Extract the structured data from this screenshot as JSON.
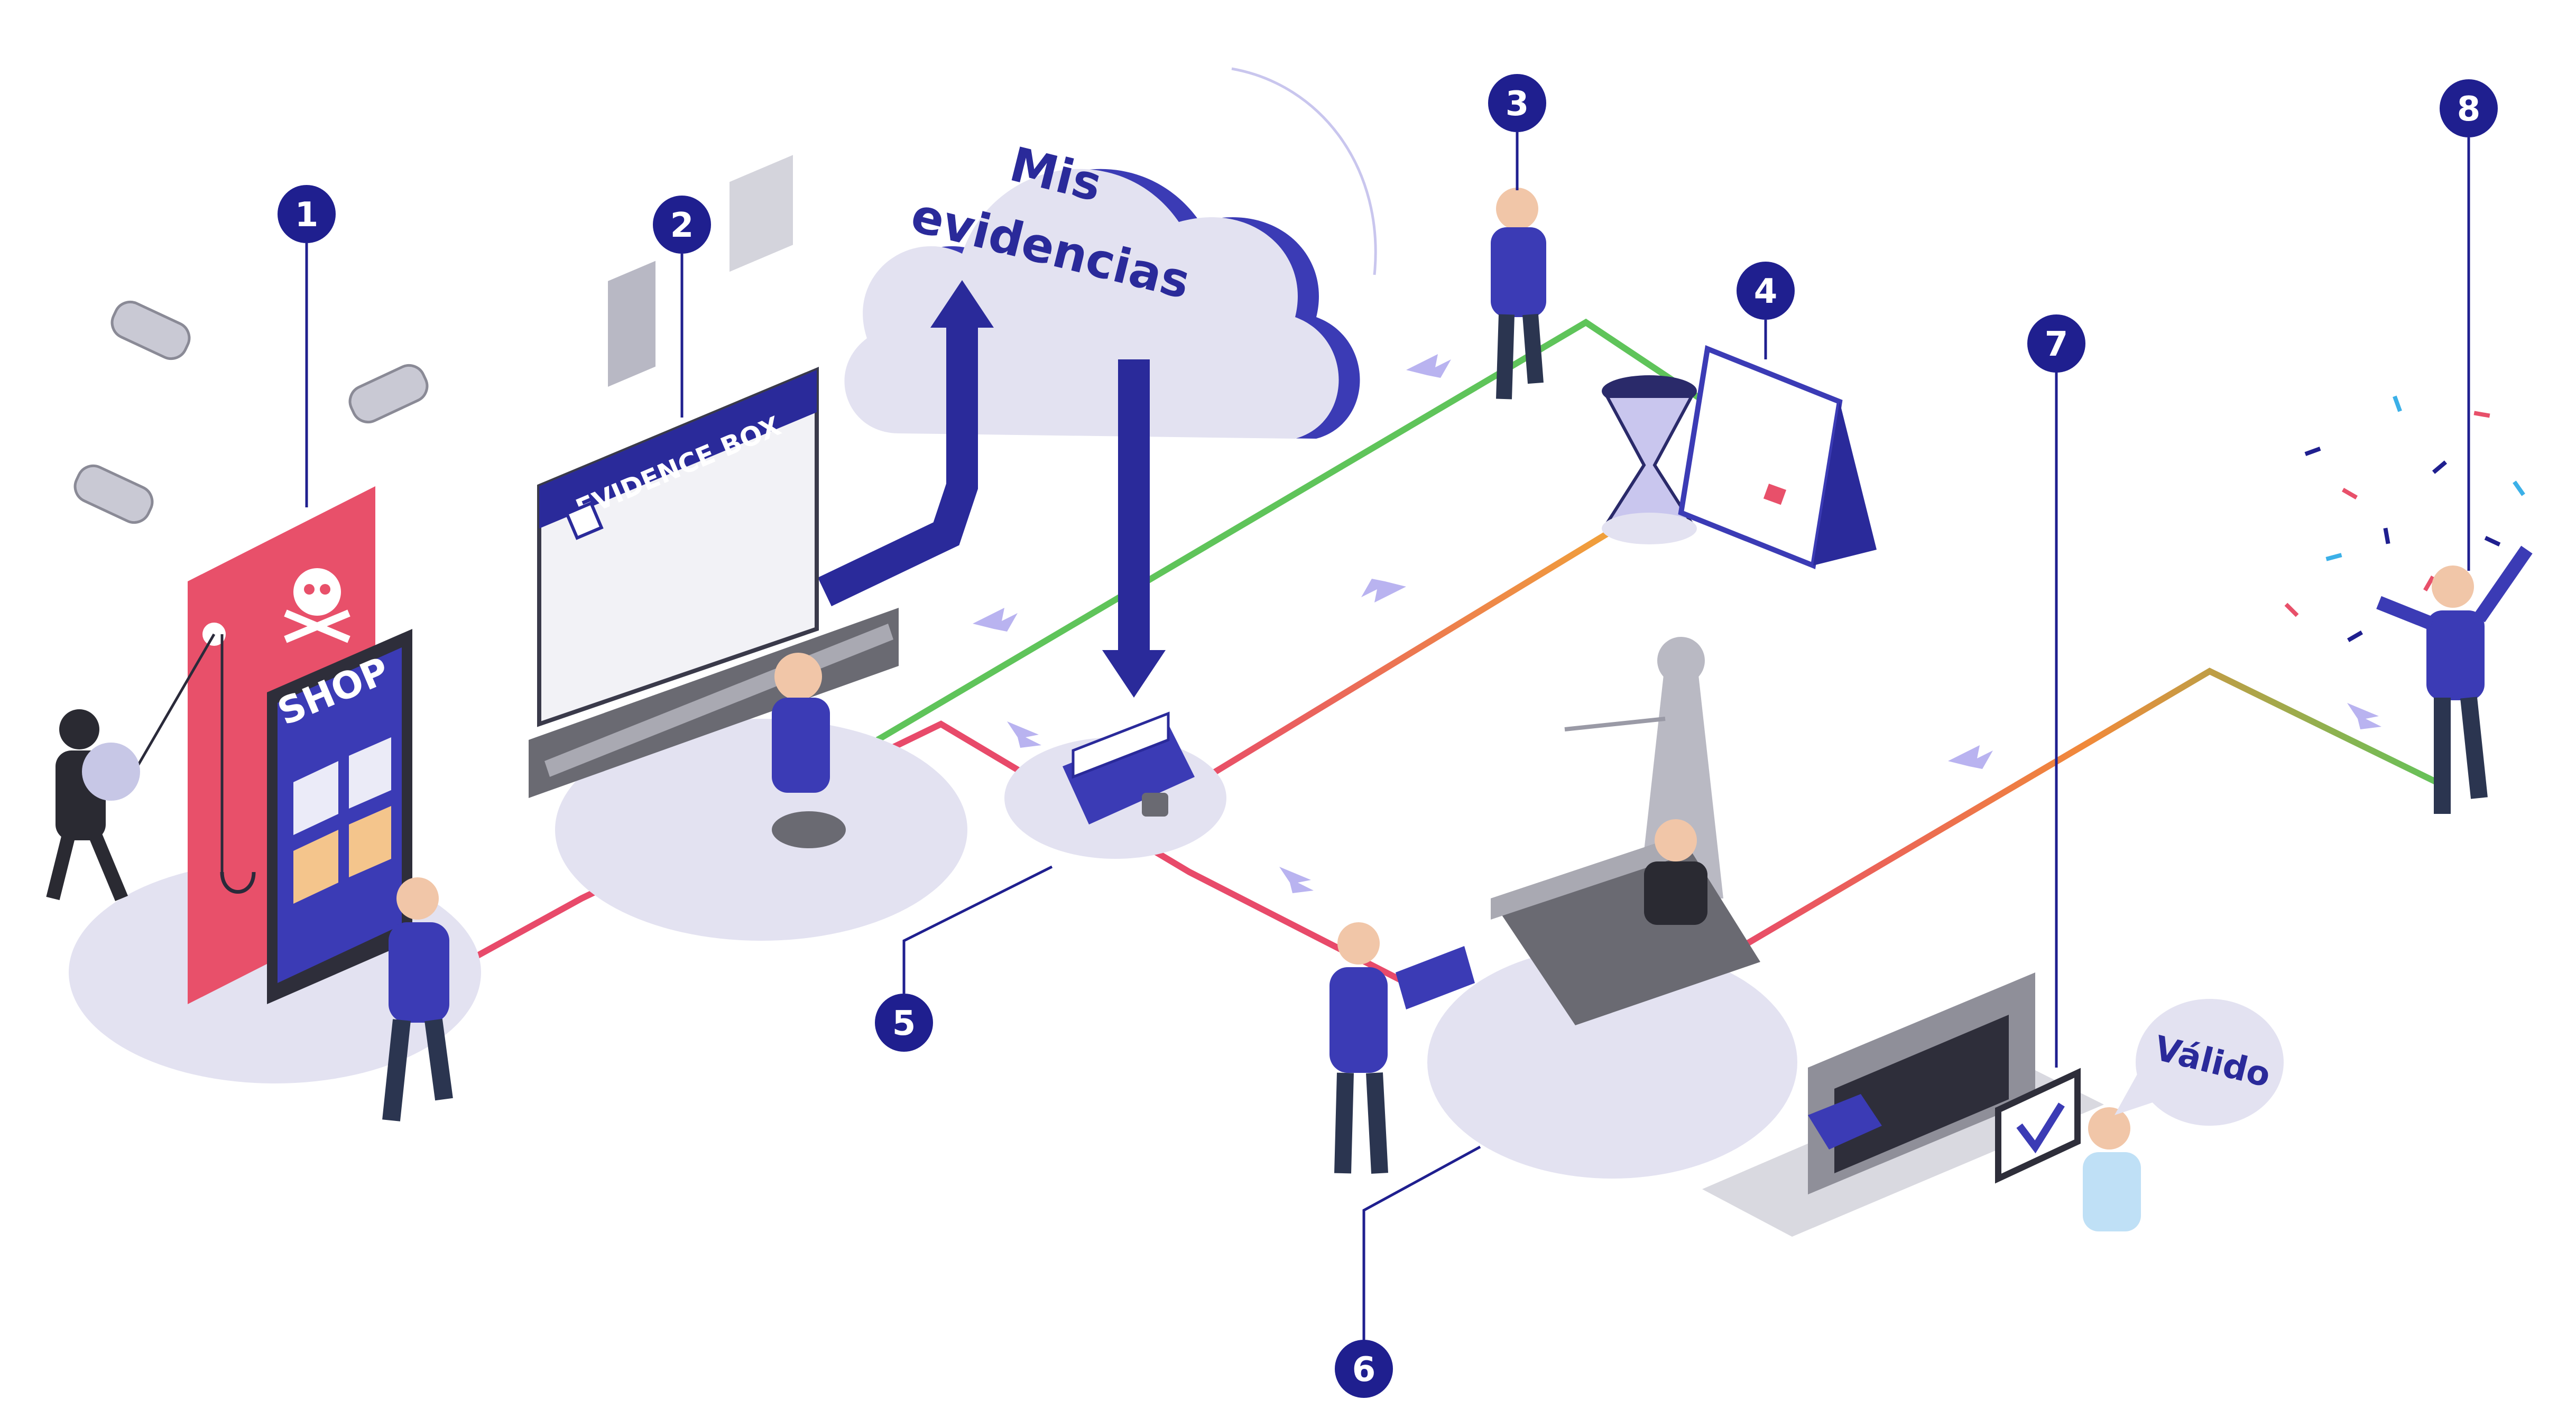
{
  "cloud": {
    "line1": "Mis",
    "line2": "evidencias"
  },
  "evidence_box": {
    "title": "EVIDENCE BOX"
  },
  "shop": {
    "label": "SHOP"
  },
  "valid_bubble": {
    "text": "Válido"
  },
  "steps": [
    "1",
    "2",
    "3",
    "4",
    "5",
    "6",
    "7",
    "8"
  ],
  "colors": {
    "navy": "#1f1f8f",
    "indigo": "#3b3bb5",
    "platform": "#e3e2f1",
    "line_red": "#e84a6a",
    "line_green": "#5fc45a",
    "line_orange": "#f08a3a",
    "shop_red": "#e8506a",
    "arrow_lilac": "#b9b3f0"
  }
}
